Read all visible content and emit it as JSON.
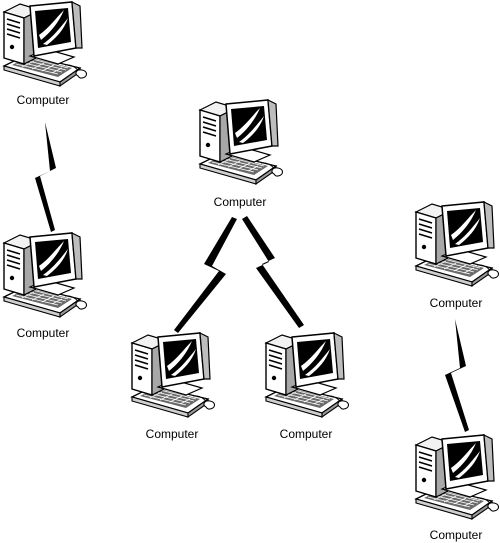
{
  "nodes": [
    {
      "id": "c1",
      "label": "Computer"
    },
    {
      "id": "c2",
      "label": "Computer"
    },
    {
      "id": "c3",
      "label": "Computer"
    },
    {
      "id": "c4",
      "label": "Computer"
    },
    {
      "id": "c5",
      "label": "Computer"
    },
    {
      "id": "c6",
      "label": "Computer"
    },
    {
      "id": "c7",
      "label": "Computer"
    }
  ],
  "links": [
    {
      "from": "c1",
      "to": "c2"
    },
    {
      "from": "c3",
      "to": "c4"
    },
    {
      "from": "c3",
      "to": "c5"
    },
    {
      "from": "c6",
      "to": "c7"
    }
  ]
}
